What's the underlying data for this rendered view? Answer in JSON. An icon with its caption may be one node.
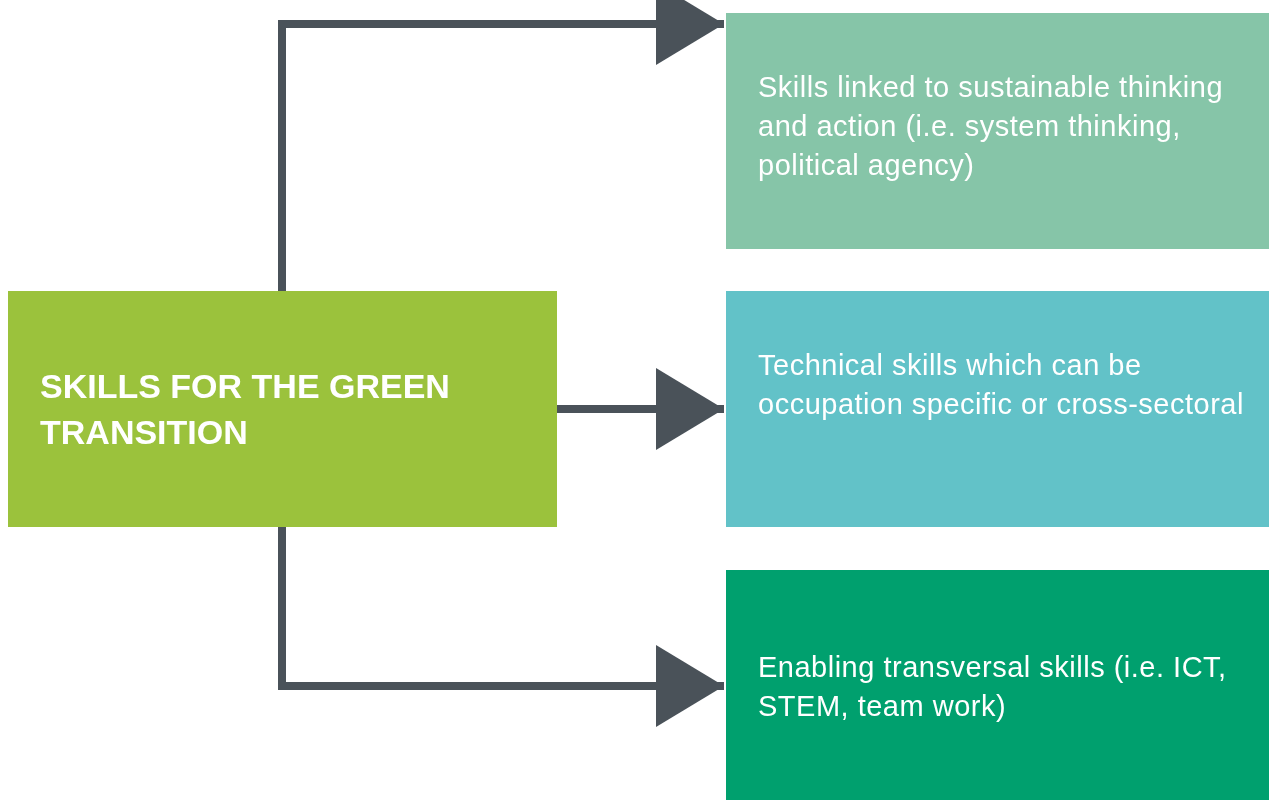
{
  "diagram": {
    "nodes": [
      {
        "text": [
          "SKILLS FOR THE GREEN TRANSITION"
        ]
      },
      {
        "text": [
          "Skills linked to sustainable thinking and action (i.e. system thinking, political agency)"
        ]
      },
      {
        "text": [
          "Technical skills which can be occupation specific or cross-sectoral"
        ]
      },
      {
        "text": [
          "Enabling transversal skills (i.e. ICT, STEM, team work)"
        ]
      }
    ],
    "edges": [
      {
        "from": 0,
        "to": 1,
        "arrow": "to"
      },
      {
        "from": 0,
        "to": 2,
        "arrow": "to"
      },
      {
        "from": 0,
        "to": 3,
        "arrow": "to"
      }
    ]
  }
}
